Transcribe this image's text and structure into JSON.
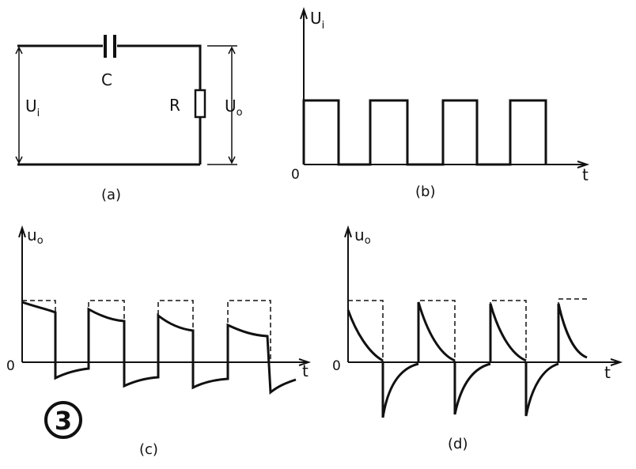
{
  "circuit": {
    "capacitor_label": "C",
    "resistor_label": "R",
    "input_label_base": "U",
    "input_label_sub": "i",
    "output_label_base": "U",
    "output_label_sub": "o",
    "caption": "(a)"
  },
  "panel_b": {
    "y_label_base": "U",
    "y_label_sub": "i",
    "x_label": "t",
    "origin_label": "0",
    "caption": "(b)"
  },
  "panel_c": {
    "y_label_base": "u",
    "y_label_sub": "o",
    "x_label": "t",
    "origin_label": "0",
    "caption": "(c)"
  },
  "panel_d": {
    "y_label_base": "u",
    "y_label_sub": "o",
    "x_label": "t",
    "origin_label": "0",
    "caption": "(d)"
  },
  "figure_number": "3",
  "colors": {
    "ink": "#111111",
    "paper": "#ffffff"
  }
}
